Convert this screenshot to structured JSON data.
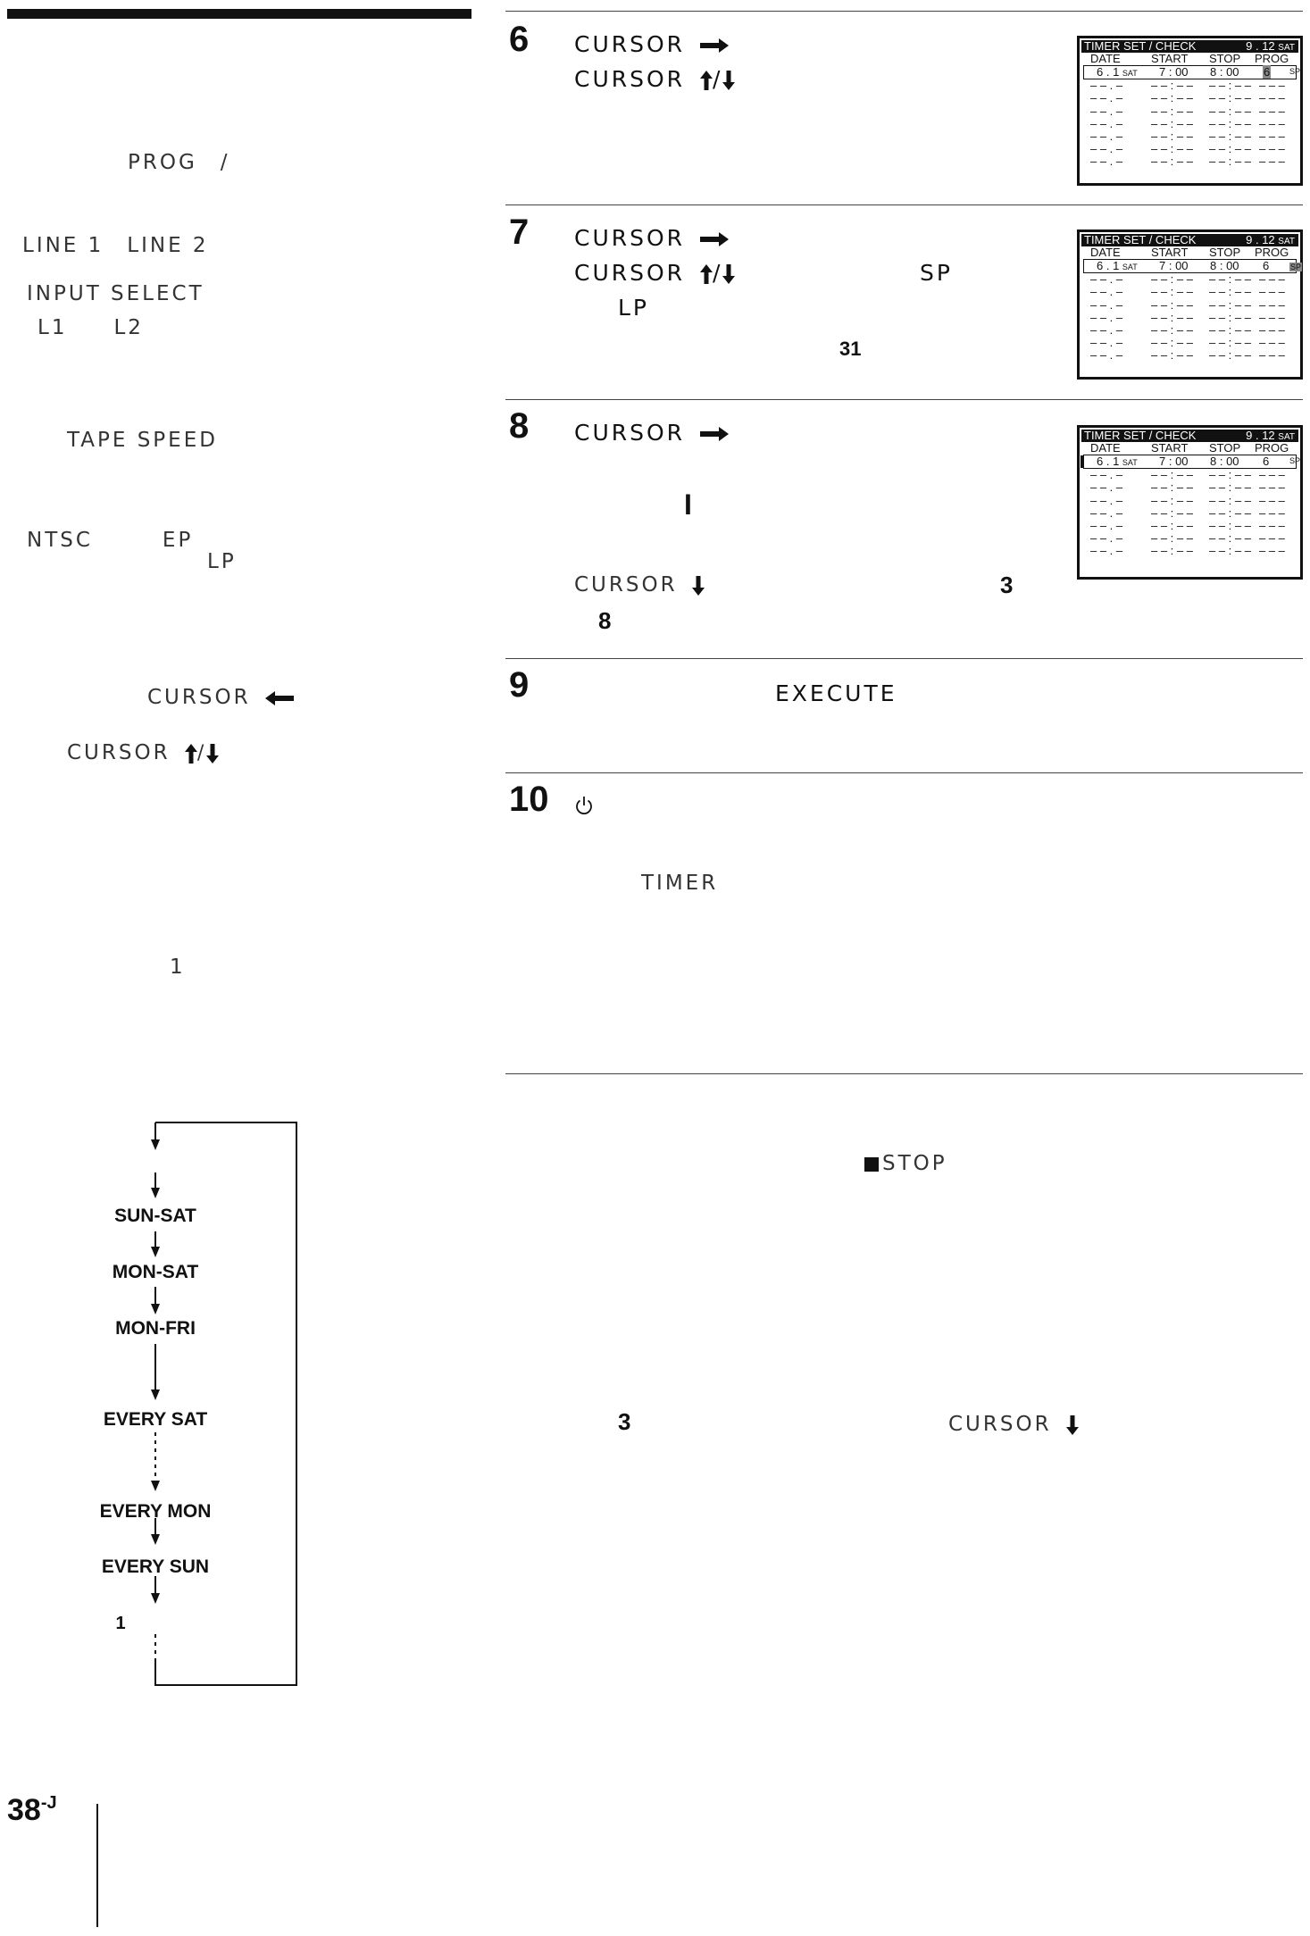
{
  "page_number": "38",
  "page_suffix": "-J",
  "left_column": {
    "prog_line": "PROG　/",
    "line_labels": "LINE 1　LINE 2",
    "input_select": "INPUT SELECT",
    "l1_l2": "L1　　L2",
    "tape_speed": "TAPE SPEED",
    "ntsc_ep": "NTSC　　　EP",
    "lp": "LP",
    "cursor_left": "CURSOR",
    "cursor_updown": "CURSOR",
    "one": "1"
  },
  "flow": {
    "items": [
      "SUN-SAT",
      "MON-SAT",
      "MON-FRI",
      "EVERY SAT",
      "EVERY MON",
      "EVERY SUN",
      "1"
    ]
  },
  "steps": [
    {
      "num": "6",
      "line1": "CURSOR",
      "line2": "CURSOR"
    },
    {
      "num": "7",
      "line1": "CURSOR",
      "line2": "CURSOR",
      "sp": "SP",
      "lp": "LP",
      "ref": "31"
    },
    {
      "num": "8",
      "line1": "CURSOR",
      "bar": "I",
      "line3": "CURSOR",
      "ref3": "3",
      "ref8": "8"
    },
    {
      "num": "9",
      "text": "EXECUTE"
    },
    {
      "num": "10",
      "timer": "TIMER"
    }
  ],
  "lower": {
    "stop": "STOP",
    "ref3": "3",
    "cursor": "CURSOR"
  },
  "timer_screen": {
    "title": "TIMER SET / CHECK",
    "date": "9 . 12",
    "day": "SAT",
    "col_date": "DATE",
    "col_start": "START",
    "col_stop": "STOP",
    "col_prog": "PROG",
    "row_date": "6 . 1",
    "row_day": "SAT",
    "row_start": "7 : 00",
    "row_stop": "8 : 00",
    "row_prog": "6",
    "row_speed": "SP",
    "empty_date": "– – . –",
    "empty_time": "– – : – –",
    "empty_prog": "– – –"
  }
}
